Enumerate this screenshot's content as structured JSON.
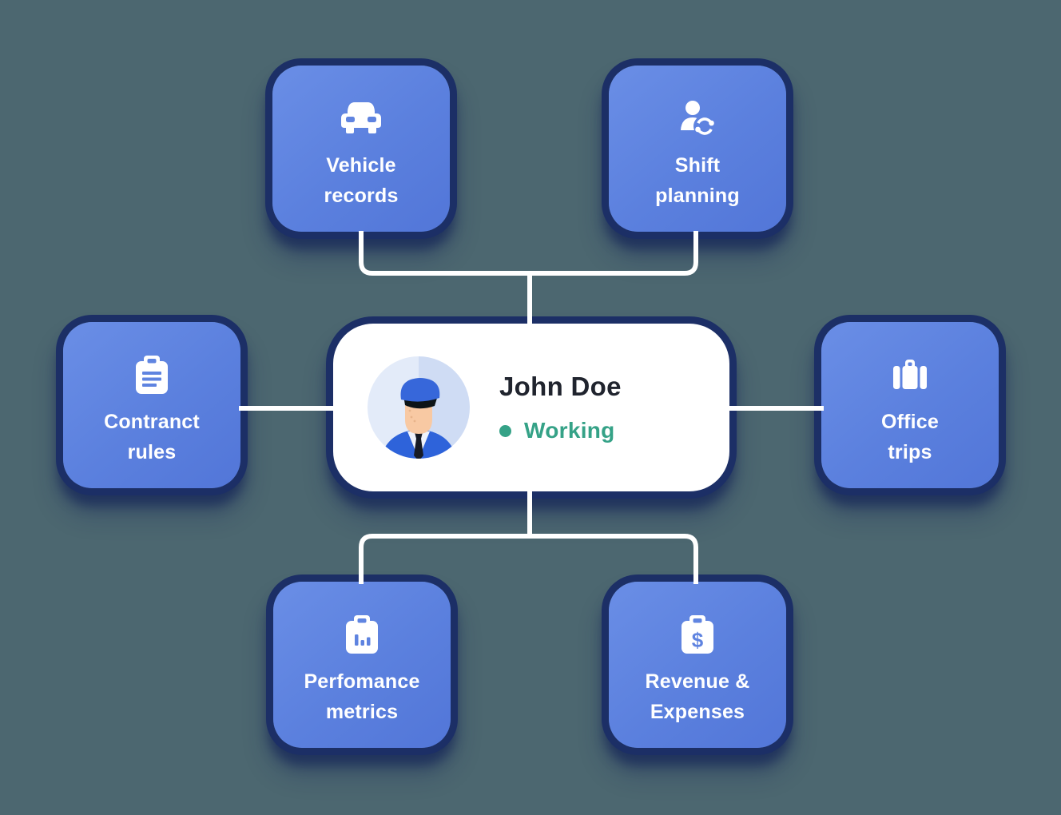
{
  "background_color": "#4C6770",
  "palette": {
    "node_blue": "#5B80DE",
    "ring_navy": "#1C2F66",
    "connector_white": "#FFFFFF",
    "status_teal": "#35A287",
    "name_color": "#20242E",
    "node_label_color": "#FFFFFF"
  },
  "center_card": {
    "name": "John Doe",
    "status": {
      "label": "Working",
      "color": "#35A287"
    },
    "avatar": "driver-avatar"
  },
  "nodes": [
    {
      "id": "vehicle-records",
      "label": "Vehicle\nrecords",
      "icon": "car-icon"
    },
    {
      "id": "shift-planning",
      "label": "Shift\nplanning",
      "icon": "person-sync-icon"
    },
    {
      "id": "contranct-rules",
      "label": "Contranct\nrules",
      "icon": "clipboard-lines-icon"
    },
    {
      "id": "office-trips",
      "label": "Office\ntrips",
      "icon": "suitcase-icon"
    },
    {
      "id": "perfomance-metrics",
      "label": "Perfomance\nmetrics",
      "icon": "clipboard-bar-chart-icon"
    },
    {
      "id": "revenue-expenses",
      "label": "Revenue &\nExpenses",
      "icon": "clipboard-dollar-icon"
    }
  ]
}
